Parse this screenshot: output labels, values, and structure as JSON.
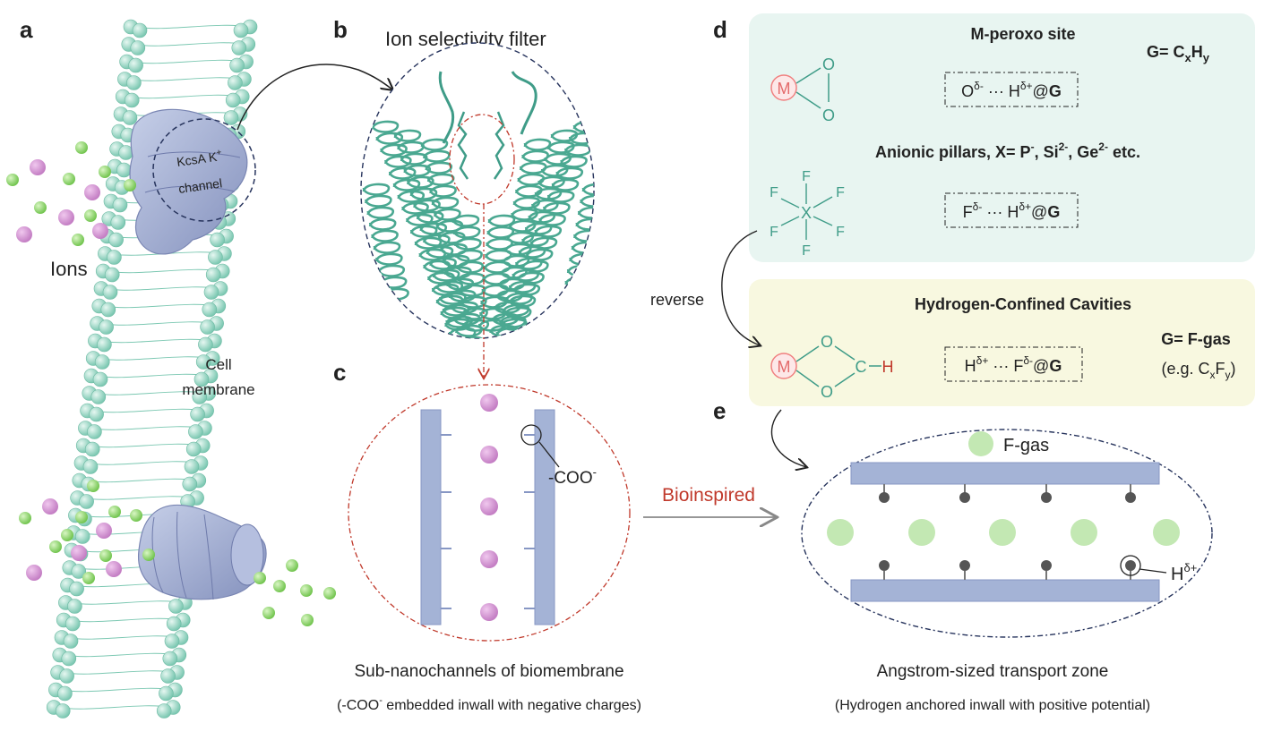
{
  "panels": {
    "a": "a",
    "b": "b",
    "c": "c",
    "d": "d",
    "e": "e"
  },
  "panel_a": {
    "channel_label_1": "KcsA K",
    "channel_label_sup": "+",
    "channel_label_2": "channel",
    "ions_label": "Ions",
    "membrane_label_1": "Cell",
    "membrane_label_2": "membrane"
  },
  "panel_b": {
    "title": "Ion selectivity filter"
  },
  "panel_c": {
    "group_label": "-COO",
    "group_sup": "-",
    "caption": "Sub-nanochannels of biomembrane",
    "subcaption_pre": "(-COO",
    "subcaption_sup": "-",
    "subcaption_post": " embedded inwall with negative charges)"
  },
  "arrow_label": "Bioinspired",
  "panel_d": {
    "peroxo_title": "M-peroxo site",
    "metal": "M",
    "o_atom": "O",
    "g_label_pre": "G= C",
    "g_label_sub1": "x",
    "g_label_mid": "H",
    "g_label_sub2": "y",
    "interaction1": {
      "a": "O",
      "a_sup": "δ-",
      "dots": " ··· ",
      "b": "H",
      "b_sup": "δ+",
      "at": "@",
      "g": "G"
    },
    "pillars_title": "Anionic pillars, X= P",
    "pillars_p_sup": "-",
    "pillars_si": ", Si",
    "pillars_si_sup": "2-",
    "pillars_ge": ", Ge",
    "pillars_ge_sup": "2-",
    "pillars_end": " etc.",
    "x_atom": "X",
    "f_atom": "F",
    "interaction2": {
      "a": "F",
      "a_sup": "δ-",
      "dots": " ··· ",
      "b": "H",
      "b_sup": "δ+",
      "at": "@",
      "g": "G"
    },
    "reverse_label": "reverse",
    "cavities_title": "Hydrogen-Confined Cavities",
    "c_atom": "C",
    "h_atom": "H",
    "g_fgas": "G= F-gas",
    "g_example_pre": "(e.g. C",
    "g_example_sub1": "x",
    "g_example_mid": "F",
    "g_example_sub2": "y",
    "g_example_post": ")",
    "interaction3": {
      "a": "H",
      "a_sup": "δ+",
      "dots": " ··· ",
      "b": "F",
      "b_sup": "δ-",
      "at": "@",
      "g": "G"
    }
  },
  "panel_e": {
    "legend_label": "F-gas",
    "h_label": "H",
    "h_sup": "δ+",
    "caption": "Angstrom-sized transport zone",
    "subcaption": "(Hydrogen anchored inwall with positive potential)"
  },
  "colors": {
    "teal": "#5fb8a3",
    "teal_light": "#a8ddd0",
    "channel_blue": "#9ba8cc",
    "wall_blue": "#a4b3d6",
    "purple_ion": "#cc88cc",
    "green_ion": "#8fd468",
    "red_dash": "#c0392b",
    "panel_d_top_bg": "#e8f5f1",
    "panel_d_bottom_bg": "#f8f8e0",
    "metal_pink": "#f08080"
  }
}
